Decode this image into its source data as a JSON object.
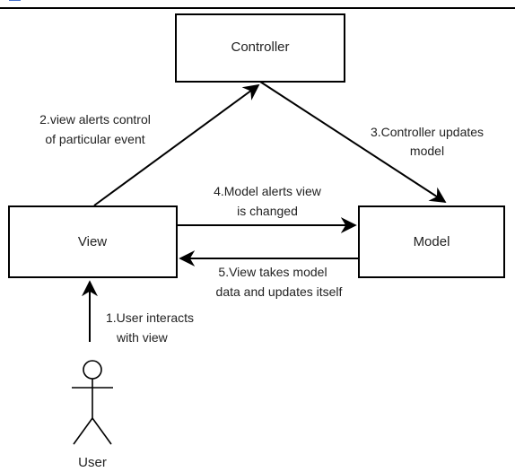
{
  "nodes": {
    "controller": "Controller",
    "view": "View",
    "model": "Model",
    "user": "User"
  },
  "edges": {
    "e2": [
      "2.view alerts control",
      "of particular event"
    ],
    "e3": [
      "3.Controller updates",
      "model"
    ],
    "e4": [
      "4.Model alerts view",
      "is changed"
    ],
    "e5": [
      "5.View takes model",
      "data and updates itself"
    ],
    "e1": [
      "1.User interacts",
      "with view"
    ]
  },
  "colors": {
    "stroke": "#000000",
    "text": "#222222",
    "clipped_heading": "#2b5cc4"
  }
}
